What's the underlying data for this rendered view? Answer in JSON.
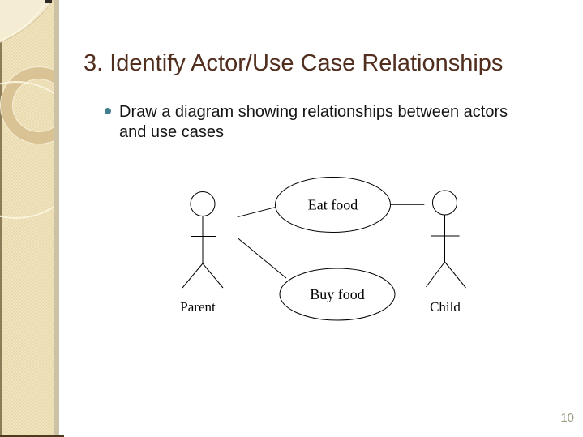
{
  "slide": {
    "title": "3. Identify Actor/Use Case Relationships",
    "bullet": {
      "line1": "Draw a diagram showing relationships between actors",
      "line2": "and use cases"
    },
    "page_number": "10"
  },
  "diagram": {
    "type": "uml-use-case-diagram",
    "actors": [
      {
        "name": "Parent",
        "position": "left"
      },
      {
        "name": "Child",
        "position": "right"
      }
    ],
    "use_cases": [
      {
        "label": "Eat food"
      },
      {
        "label": "Buy food"
      }
    ],
    "associations": [
      {
        "actor": "Parent",
        "use_case": "Eat food"
      },
      {
        "actor": "Parent",
        "use_case": "Buy food"
      },
      {
        "actor": "Child",
        "use_case": "Eat food"
      }
    ]
  },
  "colors": {
    "title_text": "#512E1E",
    "bullet_marker": "#3F7F90",
    "body_text": "#141414",
    "sidebar_base": "#ECDFB4",
    "sidebar_border": "#CCC3A6",
    "sidebar_ring": "#D9C395",
    "page_number": "#9B9B84",
    "diagram_stroke": "#000000"
  }
}
